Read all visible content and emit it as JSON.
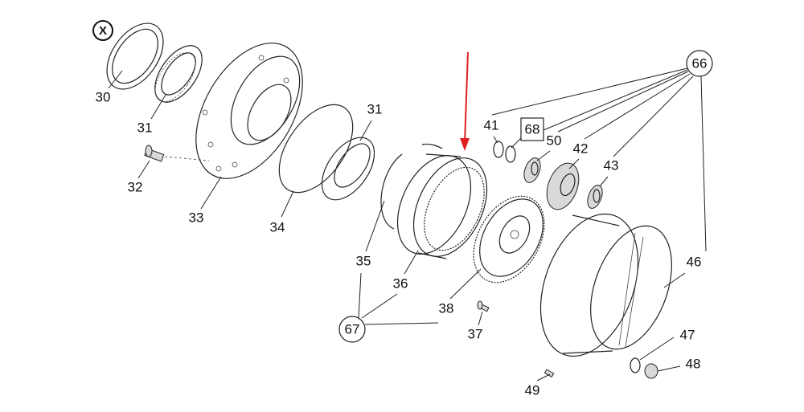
{
  "diagram": {
    "callouts": {
      "x_mark": "X",
      "c30": "30",
      "c31a": "31",
      "c32": "32",
      "c33": "33",
      "c34": "34",
      "c31b": "31",
      "c35": "35",
      "c36": "36",
      "c67": "67",
      "c38": "38",
      "c37": "37",
      "c41": "41",
      "c68": "68",
      "c50": "50",
      "c42": "42",
      "c43": "43",
      "c66": "66",
      "c46": "46",
      "c47": "47",
      "c48": "48",
      "c49": "49"
    },
    "colors": {
      "arrow": "#e02020",
      "line": "#222222"
    }
  }
}
